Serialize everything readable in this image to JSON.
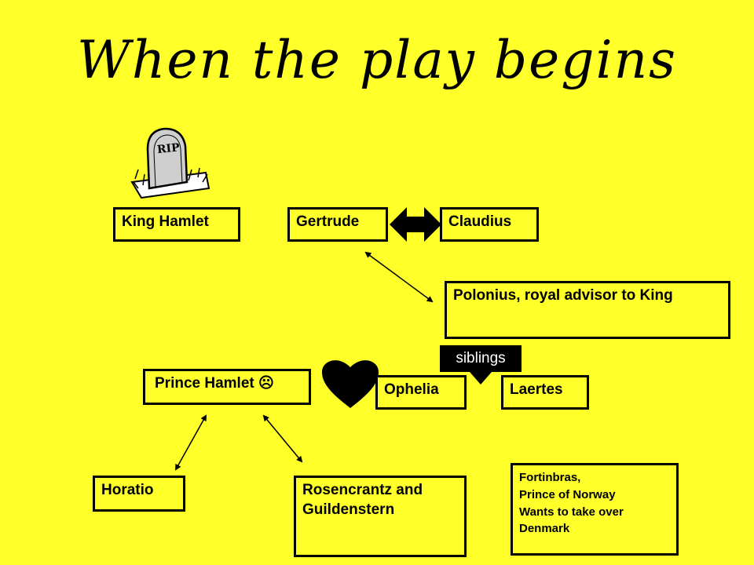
{
  "title": "When the play begins",
  "boxes": {
    "king": "King Hamlet",
    "gertrude": "Gertrude",
    "claudius": "Claudius",
    "polonius": "Polonius, royal advisor to King",
    "prince": "Prince Hamlet",
    "prince_face": "☹",
    "ophelia": "Ophelia",
    "laertes": "Laertes",
    "horatio": "Horatio",
    "rosen": "Rosencrantz and Guildenstern",
    "fortin_lines": [
      "Fortinbras,",
      "Prince of Norway",
      "Wants to take over",
      "Denmark"
    ]
  },
  "callout": "siblings",
  "gravestone_text": "RIP",
  "icons": [
    "gravestone-icon",
    "double-arrow-icon",
    "heart-icon",
    "sad-face-icon"
  ]
}
